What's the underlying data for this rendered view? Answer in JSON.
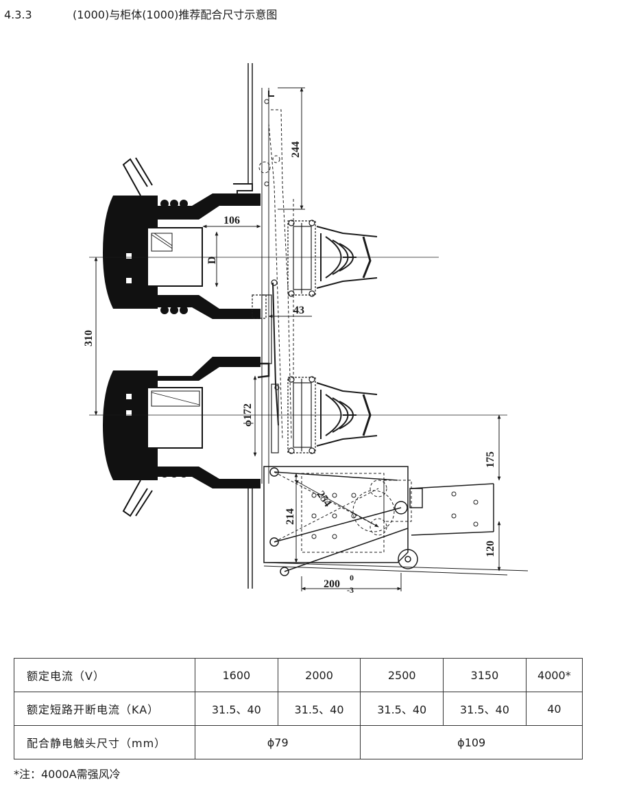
{
  "heading": {
    "number": "4.3.3",
    "title": "(1000)与柜体(1000)推荐配合尺寸示意图"
  },
  "dimensions": {
    "d244": "244",
    "d106": "106",
    "dD": "D",
    "d43": "43",
    "d310": "310",
    "d172": "ϕ172",
    "d175": "175",
    "d254": "254",
    "d214": "214",
    "d120": "120",
    "d200": "200",
    "tol_upper": "0",
    "tol_lower": "-3"
  },
  "table": {
    "rows": [
      {
        "label": "额定电流（V）",
        "cells": [
          "1600",
          "2000",
          "2500",
          "3150",
          "4000*"
        ]
      },
      {
        "label": "额定短路开断电流（KA）",
        "cells": [
          "31.5、40",
          "31.5、40",
          "31.5、40",
          "31.5、40",
          "40"
        ]
      },
      {
        "label": "配合静电触头尺寸（mm）",
        "cells": [
          "ϕ79",
          "ϕ109"
        ]
      }
    ]
  },
  "note": "*注：4000A需强风冷"
}
